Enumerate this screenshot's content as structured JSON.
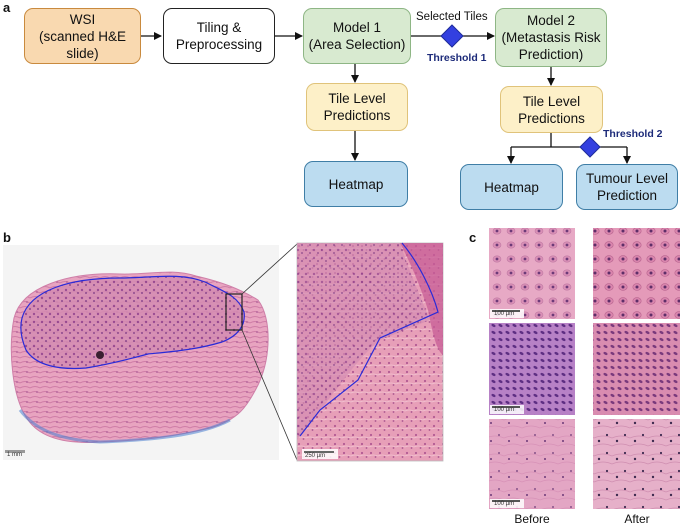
{
  "panels": {
    "a": "a",
    "b": "b",
    "c": "c"
  },
  "flowchart": {
    "wsi": "WSI\n(scanned H&E\nslide)",
    "tiling": "Tiling &\nPreprocessing",
    "model1": "Model 1\n(Area Selection)",
    "model2": "Model 2\n(Metastasis Risk\nPrediction)",
    "tile_level_1": "Tile Level\nPredictions",
    "tile_level_2": "Tile Level\nPredictions",
    "heatmap_1": "Heatmap",
    "heatmap_2": "Heatmap",
    "tumour_level": "Tumour Level\nPrediction",
    "selected_tiles": "Selected Tiles",
    "threshold_1": "Threshold 1",
    "threshold_2": "Threshold 2"
  },
  "panel_b": {
    "scale_overview": "1 mm",
    "scale_zoom": "250 µm"
  },
  "panel_c": {
    "scale_bars": [
      "100 µm",
      "100 µm",
      "100 µm"
    ],
    "before": "Before",
    "after": "After"
  },
  "colors": {
    "node_orange": "#f9d9b0",
    "node_green": "#d8ead0",
    "node_yellow": "#fdf0c8",
    "node_blue": "#bcdcf0",
    "threshold_diamond": "#3340e0",
    "annotation_line": "#2a2ad8"
  }
}
